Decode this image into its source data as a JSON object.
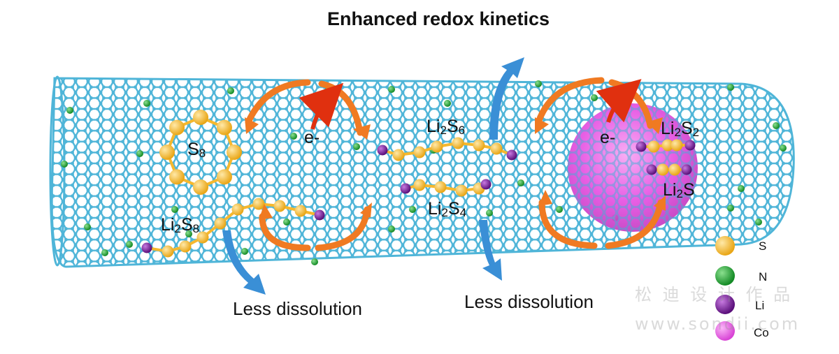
{
  "title": "Enhanced redox kinetics",
  "molecules": {
    "s8": {
      "main": "S",
      "sub": "8"
    },
    "li2s8": {
      "a": "Li",
      "sub1": "2",
      "b": "S",
      "sub2": "8"
    },
    "li2s6": {
      "a": "Li",
      "sub1": "2",
      "b": "S",
      "sub2": "6"
    },
    "li2s4": {
      "a": "Li",
      "sub1": "2",
      "b": "S",
      "sub2": "4"
    },
    "li2s2": {
      "a": "Li",
      "sub1": "2",
      "b": "S",
      "sub2": "2"
    },
    "li2s": {
      "a": "Li",
      "sub1": "2",
      "b": "S"
    }
  },
  "electron_labels": [
    "e-",
    "e-"
  ],
  "captions": [
    "Less dissolution",
    "Less dissolution"
  ],
  "legend": [
    {
      "label": "S",
      "color": "#f5b82e"
    },
    {
      "label": "N",
      "color": "#22a83a"
    },
    {
      "label": "Li",
      "color": "#7a1f9e"
    },
    {
      "label": "Co",
      "color": "#e24fe0"
    }
  ],
  "watermark": {
    "line1": "松 迪 设 计 作 品",
    "line2": "www.sondii.com"
  },
  "colors": {
    "tube": "#4fb5d8",
    "arrow_orange": "#f07a22",
    "arrow_red": "#e0300f",
    "arrow_blue": "#3a8fd6"
  }
}
